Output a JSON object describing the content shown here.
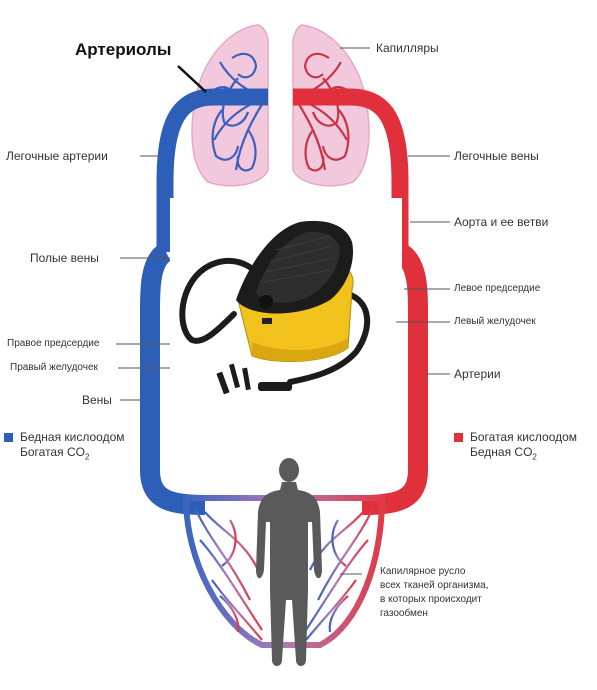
{
  "labels": {
    "arterioles": "Артериолы",
    "capillaries": "Капилляры",
    "pulmonary_arteries": "Легочные артерии",
    "pulmonary_veins": "Легочные вены",
    "aorta": "Аорта и ее ветви",
    "vena_cava": "Полые вены",
    "left_atrium": "Левое предсердие",
    "right_atrium": "Правое предсердие",
    "left_ventricle": "Левый желудочек",
    "right_ventricle": "Правый желудочек",
    "arteries": "Артерии",
    "veins": "Вены",
    "capillary_bed_1": "Капилярное русло",
    "capillary_bed_2": "всех тканей организма,",
    "capillary_bed_3": "в которых происходит",
    "capillary_bed_4": "газообмен"
  },
  "legend": {
    "blue_line1": "Бедная кислоодом",
    "blue_line2": "Богатая CO",
    "blue_sub": "2",
    "red_line1": "Богатая кислоодом",
    "red_line2": "Бедная CO",
    "red_sub": "2"
  },
  "colors": {
    "oxygen_poor": "#2d5fb8",
    "oxygen_rich": "#e0303c",
    "lungs": "#f2c9dc",
    "pump_yellow": "#f2c21c",
    "pump_black": "#1c1c1c",
    "human": "#5a5a5a"
  }
}
